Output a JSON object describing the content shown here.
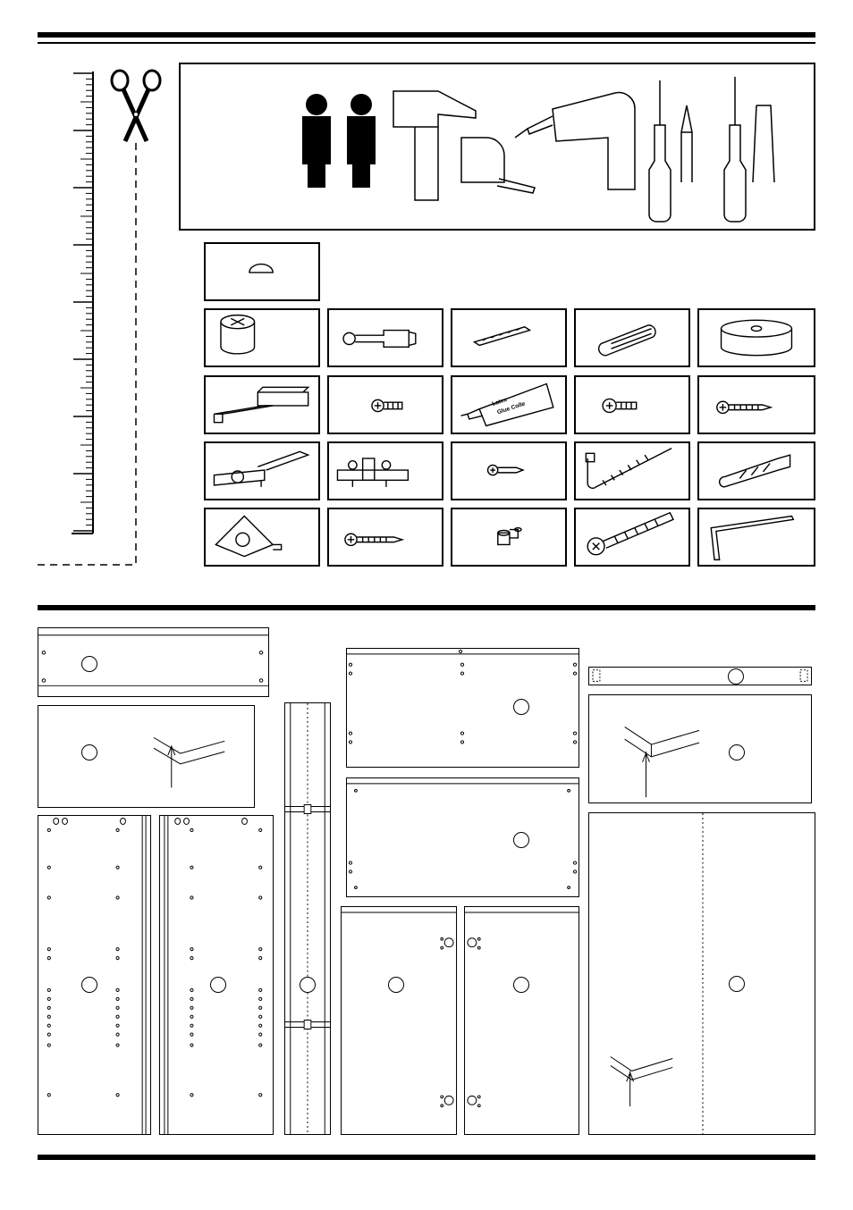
{
  "page": {
    "sections": [
      "tools-and-hardware",
      "panels"
    ]
  },
  "tools": {
    "icons": [
      "ruler-icon",
      "scissors-icon",
      "two-people-icon",
      "hammer-icon",
      "tape-measure-icon",
      "drill-icon",
      "phillips-screwdriver-icon",
      "flathead-screwdriver-icon"
    ]
  },
  "glue_tube": {
    "label_line1": "Latex",
    "label_line2": "Glue Colle"
  },
  "hardware": {
    "items": [
      "felt-pad-icon",
      "cam-lock-icon",
      "cam-bolt-icon",
      "small-dowel-icon",
      "wood-dowel-icon",
      "leveler-foot-icon",
      "drawer-runner-icon",
      "euro-screw-icon",
      "glue-tube-icon",
      "machine-screw-icon",
      "wood-screw-icon",
      "hinge-icon",
      "mounting-plate-icon",
      "short-screw-icon",
      "hook-screw-icon",
      "wall-plug-icon",
      "corner-bracket-icon",
      "long-screw-icon",
      "shelf-pin-icon",
      "connector-bolt-icon",
      "allen-key-icon"
    ]
  },
  "panels": {
    "labels": [
      "",
      "",
      "",
      "",
      "",
      "",
      "",
      "",
      "",
      "",
      "",
      "",
      "",
      ""
    ]
  }
}
